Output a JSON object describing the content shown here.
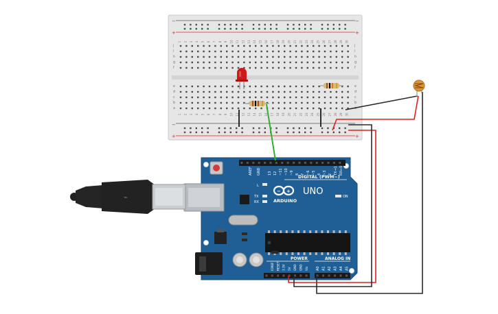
{
  "board": {
    "brand": "ARDUINO",
    "model": "UNO",
    "digital_header_label": "DIGITAL (PWM~)",
    "analog_header_label": "ANALOG IN",
    "power_header_label": "POWER",
    "aref_label": "AREF",
    "gnd_label": "GND",
    "digital_pins": [
      "13",
      "12",
      "~11",
      "~10",
      "~9",
      "8",
      "7",
      "~6",
      "~5",
      "4",
      "~3",
      "2",
      "TX→1",
      "RX←0"
    ],
    "analog_pins": [
      "A0",
      "A1",
      "A2",
      "A3",
      "A4",
      "A5"
    ],
    "power_pins": [
      "IOREF",
      "RESET",
      "3.3V",
      "5V",
      "GND",
      "GND",
      "Vin"
    ],
    "led_labels": {
      "l": "L",
      "tx": "TX",
      "rx": "RX",
      "on": "ON"
    }
  },
  "breadboard": {
    "row_letters_top": [
      "j",
      "i",
      "h",
      "g",
      "f"
    ],
    "row_letters_bottom": [
      "e",
      "d",
      "c",
      "b",
      "a"
    ],
    "column_numbers": [
      "1",
      "2",
      "3",
      "4",
      "5",
      "6",
      "7",
      "8",
      "9",
      "10",
      "11",
      "12",
      "13",
      "14",
      "15",
      "16",
      "17",
      "18",
      "19",
      "20",
      "21",
      "22",
      "23",
      "24",
      "25",
      "26",
      "27",
      "28",
      "29",
      "30"
    ],
    "rail_signs": {
      "plus": "+",
      "minus": "−"
    }
  },
  "colors": {
    "board_blue": "#1f5f95",
    "breadboard": "#e6e6e6",
    "wire_red": "#e02020",
    "wire_black": "#2a2a2a",
    "wire_green": "#2fae2f",
    "led_red": "#d01818",
    "resistor_body": "#d9b87a",
    "photoresistor": "#d79a3a"
  },
  "components": {
    "led": {
      "name": "red-led"
    },
    "resistor_1": {
      "name": "resistor"
    },
    "resistor_2": {
      "name": "resistor"
    },
    "photoresistor": {
      "name": "photoresistor"
    },
    "usb_cable": {
      "name": "usb-cable"
    }
  }
}
